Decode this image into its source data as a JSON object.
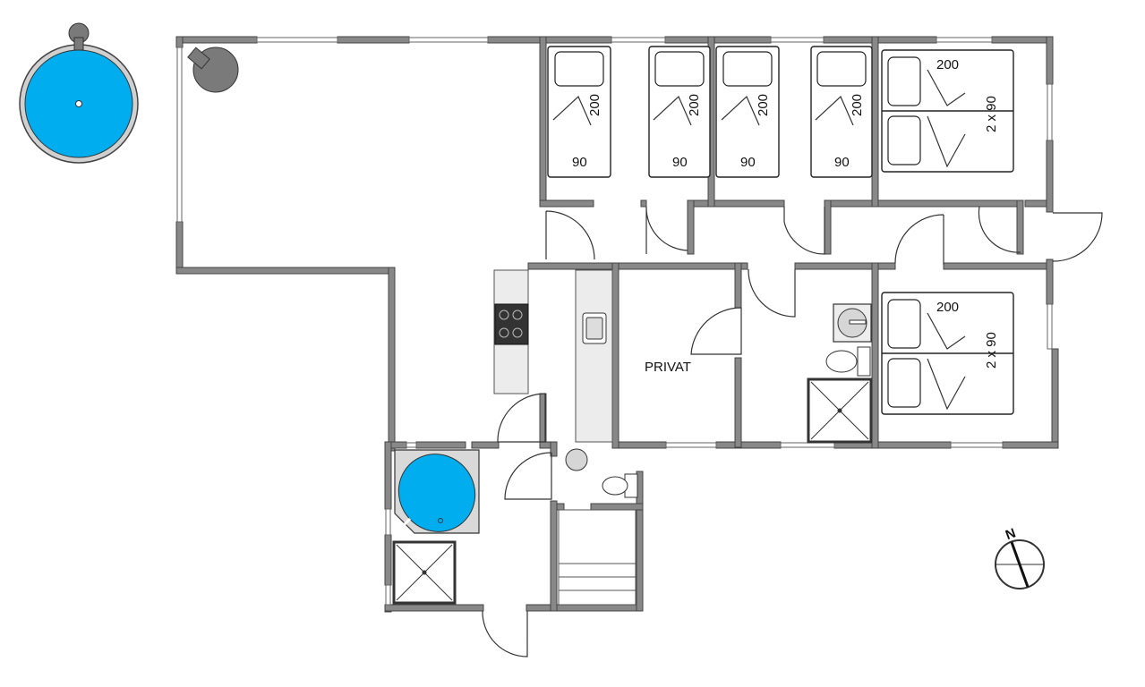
{
  "plan": {
    "room_label": "PRIVAT",
    "compass_letter": "N",
    "water_color": "#00aeef",
    "wall_color": "#888888",
    "beds": [
      {
        "width_label": "90",
        "length_label": "200"
      },
      {
        "width_label": "90",
        "length_label": "200"
      },
      {
        "width_label": "90",
        "length_label": "200"
      },
      {
        "width_label": "90",
        "length_label": "200"
      }
    ],
    "double_beds": [
      {
        "length_label": "200",
        "size_label": "2 x 90"
      },
      {
        "length_label": "200",
        "size_label": "2 x 90"
      }
    ]
  }
}
